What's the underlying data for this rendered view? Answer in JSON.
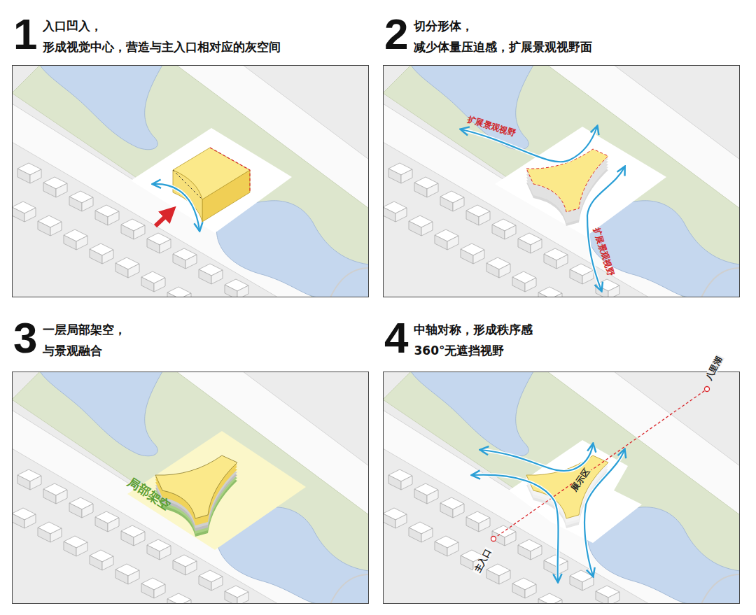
{
  "diagram": {
    "nodes": [
      {
        "text": [
          "1",
          "入口凹入， 形成视觉中心，营造与主入口相对应的灰空间"
        ]
      },
      {
        "text": [
          "2",
          "切分形体， 减少体量压迫感，扩展景观视野面"
        ]
      },
      {
        "text": [
          "3",
          "一层局部架空， 与景观融合"
        ]
      },
      {
        "text": [
          "4",
          "中轴对称，形成秩序感 360°无遮挡视野"
        ]
      }
    ],
    "labels": [
      "扩展景观视野",
      "扩展景观视野",
      "局部架空",
      "八里湖",
      "展示区",
      "主入口"
    ]
  }
}
